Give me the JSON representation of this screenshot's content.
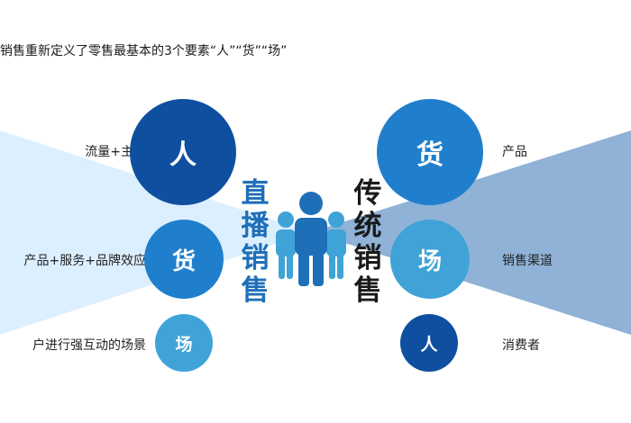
{
  "title": "销售重新定义了零售最基本的3个要素“人”“货”“场”",
  "colors": {
    "dark_blue": "#0f4fa0",
    "mid_blue": "#1f7fcc",
    "light_blue": "#3fa3d8",
    "left_wedge": "#dcefff",
    "right_wedge": "#8fb2d6",
    "vertical_text": "#1f6fb8"
  },
  "live_sales": {
    "name_chars": [
      "直",
      "播",
      "销",
      "售"
    ],
    "items": [
      {
        "circle": "人",
        "description": "流量+主播"
      },
      {
        "circle": "货",
        "description": "产品+服务+品牌效应"
      },
      {
        "circle": "场",
        "description": "户进行强互动的场景"
      }
    ]
  },
  "traditional_sales": {
    "name_chars": [
      "传",
      "统",
      "销",
      "售"
    ],
    "items": [
      {
        "circle": "货",
        "description": "产品"
      },
      {
        "circle": "场",
        "description": "销售渠道"
      },
      {
        "circle": "人",
        "description": "消费者"
      }
    ]
  },
  "center_icon": "people-group-icon"
}
